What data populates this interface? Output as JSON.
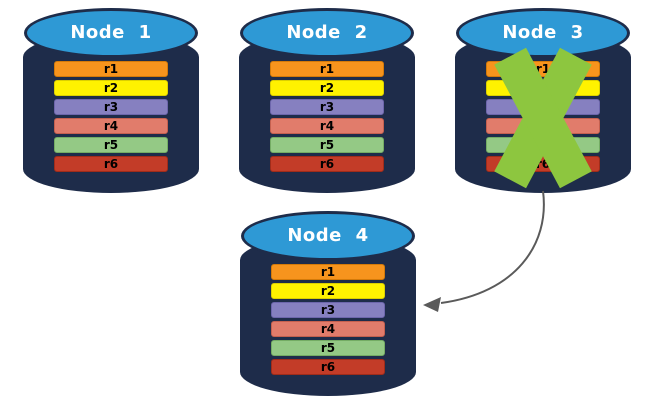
{
  "diagram": {
    "background_color": "#ffffff",
    "cylinder": {
      "body_color": "#1E2C4A",
      "top_color": "#2E99D5",
      "label_color": "#ffffff",
      "row_text_color": "#000000"
    },
    "failure_mark": {
      "icon": "x-cross",
      "color": "#8DC63F",
      "on_node": "Node 3"
    },
    "arrow": {
      "color": "#5A5A5A",
      "from_node": "Node 3",
      "to_node": "Node 4"
    },
    "nodes": [
      {
        "label": "Node 1",
        "failed": false,
        "rows": [
          {
            "label": "r1",
            "color": "#F7941D",
            "border_color": "#D47A09"
          },
          {
            "label": "r2",
            "color": "#FFF200",
            "border_color": "#DCD000"
          },
          {
            "label": "r3",
            "color": "#8680C0",
            "border_color": "#6D66AC"
          },
          {
            "label": "r4",
            "color": "#E17C6B",
            "border_color": "#C4604F"
          },
          {
            "label": "r5",
            "color": "#94C985",
            "border_color": "#74AC64"
          },
          {
            "label": "r6",
            "color": "#C33C28",
            "border_color": "#A02C1A"
          }
        ]
      },
      {
        "label": "Node 2",
        "failed": false,
        "rows": [
          {
            "label": "r1",
            "color": "#F7941D",
            "border_color": "#D47A09"
          },
          {
            "label": "r2",
            "color": "#FFF200",
            "border_color": "#DCD000"
          },
          {
            "label": "r3",
            "color": "#8680C0",
            "border_color": "#6D66AC"
          },
          {
            "label": "r4",
            "color": "#E17C6B",
            "border_color": "#C4604F"
          },
          {
            "label": "r5",
            "color": "#94C985",
            "border_color": "#74AC64"
          },
          {
            "label": "r6",
            "color": "#C33C28",
            "border_color": "#A02C1A"
          }
        ]
      },
      {
        "label": "Node 3",
        "failed": true,
        "rows": [
          {
            "label": "r1",
            "color": "#F7941D",
            "border_color": "#D47A09"
          },
          {
            "label": "r2",
            "color": "#FFF200",
            "border_color": "#DCD000"
          },
          {
            "label": "r3",
            "color": "#8680C0",
            "border_color": "#6D66AC"
          },
          {
            "label": "r4",
            "color": "#E17C6B",
            "border_color": "#C4604F"
          },
          {
            "label": "r5",
            "color": "#94C985",
            "border_color": "#74AC64"
          },
          {
            "label": "r6",
            "color": "#C33C28",
            "border_color": "#A02C1A"
          }
        ]
      },
      {
        "label": "Node 4",
        "failed": false,
        "rows": [
          {
            "label": "r1",
            "color": "#F7941D",
            "border_color": "#D47A09"
          },
          {
            "label": "r2",
            "color": "#FFF200",
            "border_color": "#DCD000"
          },
          {
            "label": "r3",
            "color": "#8680C0",
            "border_color": "#6D66AC"
          },
          {
            "label": "r4",
            "color": "#E17C6B",
            "border_color": "#C4604F"
          },
          {
            "label": "r5",
            "color": "#94C985",
            "border_color": "#74AC64"
          },
          {
            "label": "r6",
            "color": "#C33C28",
            "border_color": "#A02C1A"
          }
        ]
      }
    ]
  }
}
